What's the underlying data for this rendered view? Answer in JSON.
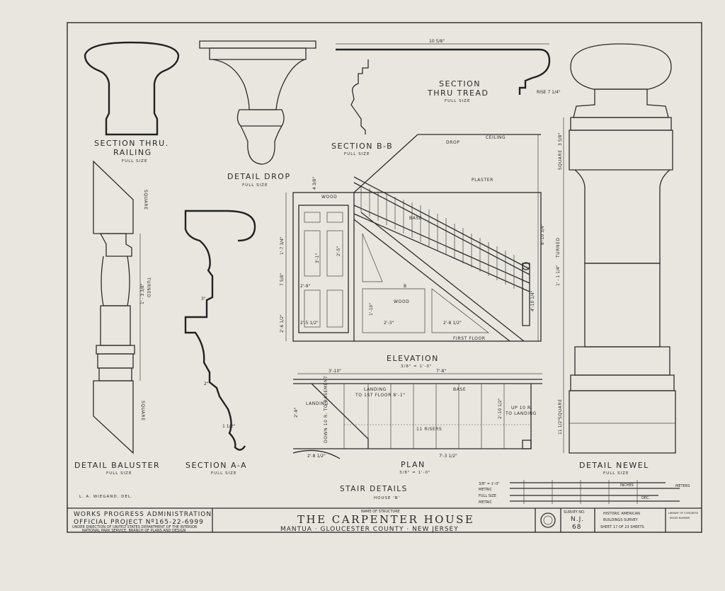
{
  "details": {
    "railing": {
      "title": "SECTION THRU. RAILING",
      "title_line1": "SECTION THRU.",
      "title_line2": "RAILING",
      "scale": "FULL SIZE"
    },
    "drop": {
      "title": "DETAIL DROP",
      "scale": "FULL SIZE"
    },
    "section_bb": {
      "title": "SECTION B-B",
      "scale": "FULL SIZE"
    },
    "tread": {
      "title_line1": "SECTION",
      "title_line2": "THRU TREAD",
      "scale": "FULL SIZE",
      "width_dim": "10 5/8\"",
      "rise_dim": "RISE 7 1/4\""
    },
    "baluster": {
      "title": "DETAIL BALUSTER",
      "scale": "FULL SIZE",
      "square_top": "SQUARE",
      "turned": "TURNED",
      "square_bottom": "SQUARE",
      "turned_dim": "1' - 3 3/8\""
    },
    "section_aa": {
      "title": "SECTION A-A",
      "scale": "FULL SIZE",
      "dim1": "3\"",
      "dim2": "2\"",
      "dim3": "1 1/2\""
    },
    "newel": {
      "title": "DETAIL NEWEL",
      "scale": "FULL SIZE",
      "square_top": "SQUARE",
      "turned": "TURNED",
      "square_bottom": "SQUARE",
      "turned_dim": "1' - 1 1/4\"",
      "top_dim": "3 5/8\"",
      "bottom_dim": "11 1/2\""
    }
  },
  "elevation": {
    "title": "ELEVATION",
    "scale": "3/8\" = 1'-0\"",
    "labels": {
      "wood_top": "WOOD",
      "drop": "DROP",
      "ceiling": "CEILING",
      "plaster": "PLASTER",
      "base": "BASE",
      "wood_mid": "WOOD",
      "b": "B",
      "first_floor": "FIRST FLOOR"
    },
    "dims": [
      "4 3/8\"",
      "1'-7 3/4\"",
      "2'-6 1/2\"",
      "7 5/8\"",
      "3'-1\"",
      "2'-5\"",
      "2'-3\"",
      "2'-8 1/2\"",
      "1'-10\"",
      "2'-9\"",
      "4'-10 1/4\"",
      "2'-5 1/2\"",
      "8'-10 3/4\""
    ]
  },
  "plan": {
    "title": "PLAN",
    "scale": "3/8\" = 1'-0\"",
    "landing_to_floor": "LANDING TO 1ST FLOOR 8'-1\"",
    "landing_to_floor_line1": "LANDING",
    "landing_to_floor_line2": "TO 1ST FLOOR 8'-1\"",
    "landing": "LANDING",
    "base": "BASE",
    "up": "UP 10 R.",
    "up_line2": "TO LANDING",
    "risers": "11 RISERS",
    "down": "DOWN 10 R. TO BASEMENT",
    "dims": [
      "3'-10\"",
      "7'-8\"",
      "2'-9\"",
      "2'-8 1/2\"",
      "7'-3 1/2\"",
      "2'-10 1/2\""
    ]
  },
  "sheet": {
    "main_title": "STAIR DETAILS",
    "house": "HOUSE 'B'",
    "delineator": "L. A. WIEGAND, DEL.",
    "scales": [
      "3/8\" = 1'-0\"",
      "METRIC",
      "FULL SIZE",
      "METRIC"
    ],
    "scale_units": [
      "INCHES",
      "METERS",
      "DEC."
    ]
  },
  "title_block": {
    "wpa": "WORKS PROGRESS ADMINISTRATION",
    "project": "OFFICIAL PROJECT Nº165-22-6999",
    "direction1": "UNDER DIRECTION OF UNITED STATES DEPARTMENT OF THE INTERIOR",
    "direction2": "NATIONAL PARK SERVICE, BRANCH OF PLANS AND DESIGN",
    "name_label": "NAME OF STRUCTURE",
    "name": "THE CARPENTER HOUSE",
    "location": "MANTUA · GLOUCESTER COUNTY · NEW JERSEY",
    "survey_label": "SURVEY NO.",
    "survey_state": "N.J.",
    "survey_no": "68",
    "habs1": "HISTORIC AMERICAN",
    "habs2": "BUILDINGS SURVEY",
    "sheet_no": "SHEET 17 OF 23 SHEETS",
    "loc1": "LIBRARY OF CONGRESS",
    "loc2": "MIXED NUMBER"
  }
}
